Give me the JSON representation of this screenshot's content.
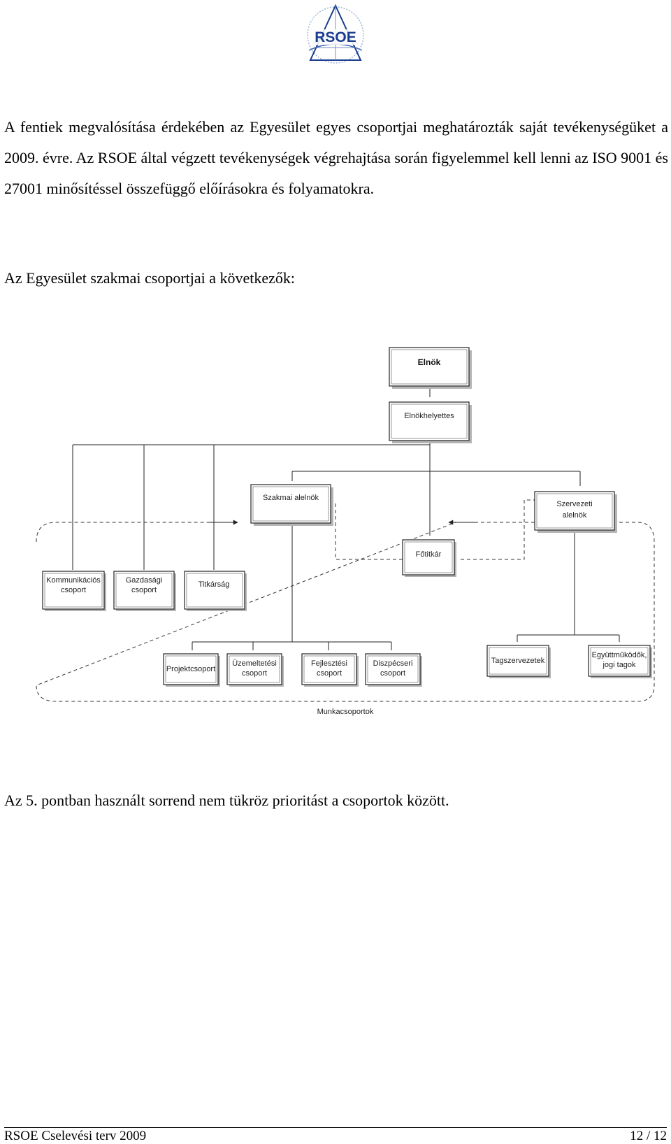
{
  "logo": {
    "text": "RSOE",
    "icon": "rsoe-logo-icon",
    "color": "#1a3d8f"
  },
  "paragraphs": {
    "p1": "A fentiek megvalósítása érdekében az Egyesület egyes csoportjai meghatározták saját tevékenységüket a 2009. évre. Az RSOE által végzett tevékenységek végrehajtása során figyelemmel kell lenni az ISO 9001 és 27001 minősítéssel összefüggő előírásokra és folyamatokra.",
    "p2": "Az Egyesület szakmai csoportjai a következők:",
    "p3": "Az 5. pontban használt sorrend nem tükröz prioritást a csoportok között."
  },
  "org_chart": {
    "elnok": "Elnök",
    "elnokhelyettes": "Elnökhelyettes",
    "szakmai_alelnok": "Szakmai alelnök",
    "szervezeti_alelnok_1": "Szervezeti",
    "szervezeti_alelnok_2": "alelnök",
    "fotitkar": "Főtitkár",
    "kommunikacios_1": "Kommunikációs",
    "kommunikacios_2": "csoport",
    "gazdasagi_1": "Gazdasági",
    "gazdasagi_2": "csoport",
    "titkarsag": "Titkárság",
    "projektcsoport": "Projektcsoport",
    "uzemeltetesi_1": "Üzemeltetési",
    "uzemeltetesi_2": "csoport",
    "fejlesztesi_1": "Fejlesztési",
    "fejlesztesi_2": "csoport",
    "diszpecseri_1": "Diszpécseri",
    "diszpecseri_2": "csoport",
    "tagszervezetek": "Tagszervezetek",
    "egyuttmukodok_1": "Együttműködők,",
    "egyuttmukodok_2": "jogi tagok",
    "munkacsoportok": "Munkacsoportok"
  },
  "footer": {
    "left": "RSOE Cselevési terv 2009",
    "right": "12 / 12"
  }
}
